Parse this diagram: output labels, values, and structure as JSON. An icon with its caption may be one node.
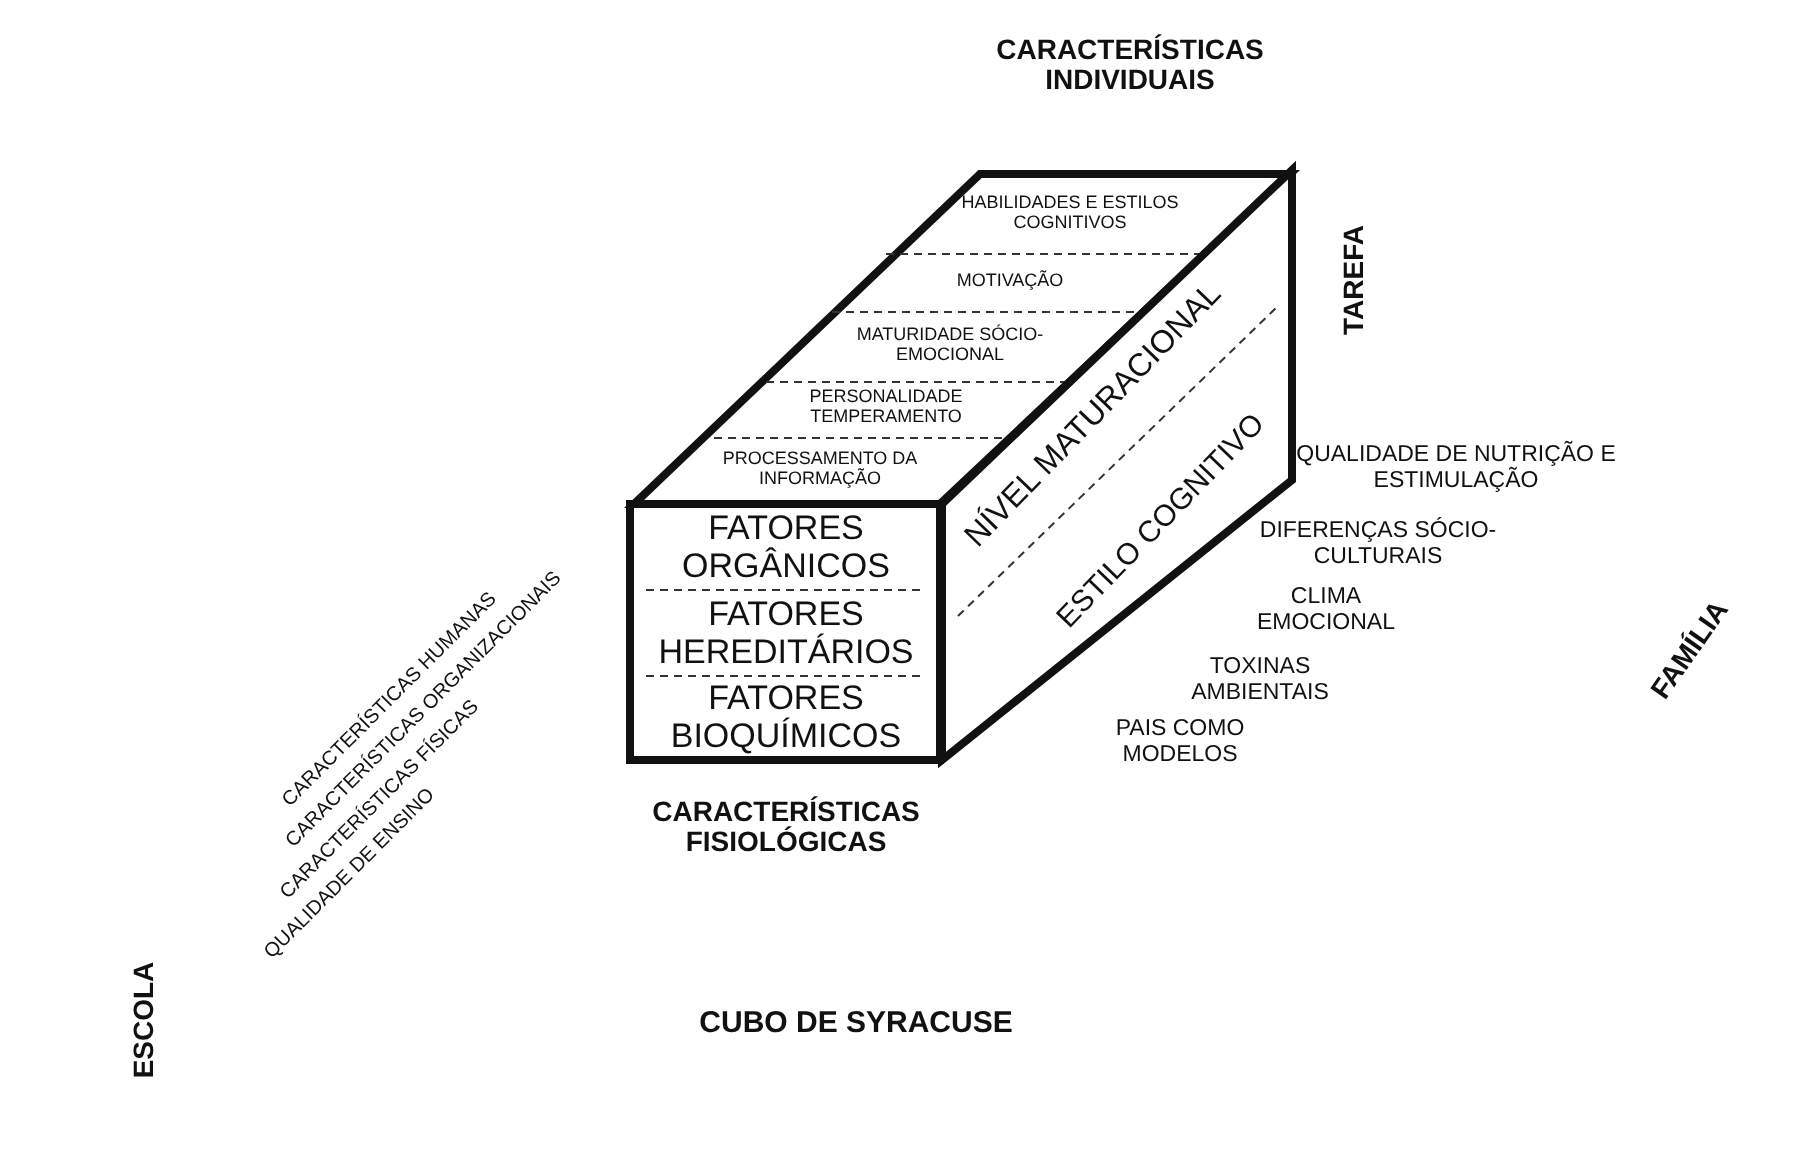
{
  "diagram": {
    "caption": "CUBO DE SYRACUSE",
    "nodes": [
      {
        "text": [
          "HABILIDADES E ESTILOS COGNITIVOS",
          "MOTIVAÇÃO",
          "MATURIDADE SÓCIO-EMOCIONAL",
          "PERSONALIDADE TEMPERAMENTO",
          "PROCESSAMENTO DA INFORMAÇÃO"
        ]
      },
      {
        "text": [
          "FATORES ORGÂNICOS",
          "FATORES HEREDITÁRIOS",
          "FATORES BIOQUÍMICOS"
        ]
      },
      {
        "text": [
          "NÍVEL MATURACIONAL",
          "ESTILO COGNITIVO"
        ]
      }
    ],
    "labels": [
      "CARACTERÍSTICAS INDIVIDUAIS",
      "TAREFA",
      "QUALIDADE DE NUTRIÇÃO E ESTIMULAÇÃO",
      "DIFERENÇAS SÓCIO-CULTURAIS",
      "CLIMA EMOCIONAL",
      "TOXINAS AMBIENTAIS",
      "PAIS COMO MODELOS",
      "FAMÍLIA",
      "CARACTERÍSTICAS FISIOLÓGICAS",
      "CARACTERÍSTICAS HUMANAS",
      "CARACTERÍSTICAS ORGANIZACIONAIS",
      "CARACTERÍSTICAS FÍSICAS",
      "QUALIDADE DE ENSINO",
      "ESCOLA"
    ]
  }
}
